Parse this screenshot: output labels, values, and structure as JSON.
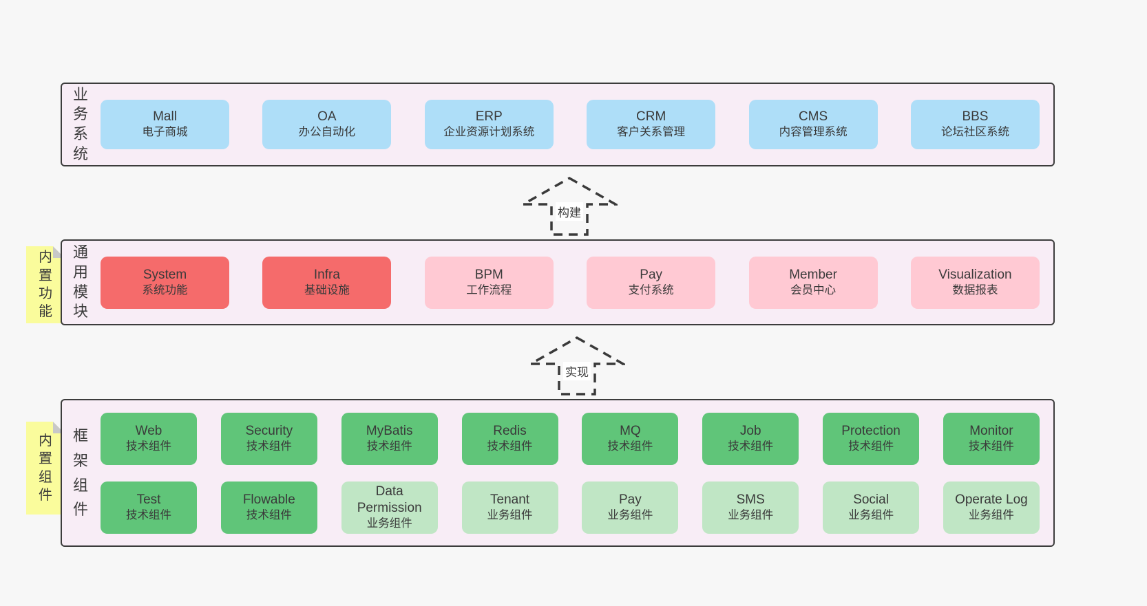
{
  "page": {
    "background": "#f7f7f7"
  },
  "colors": {
    "panel_fill": "#f8edf6",
    "panel_border": "#3c3c3c",
    "box_blue": "#aedef8",
    "box_red": "#f56b6b",
    "box_pink": "#ffc9d3",
    "box_green": "#60c579",
    "box_green_light": "#c0e6c5",
    "note_yellow": "#fafc9c",
    "note_fold_gray": "#c8c8c8",
    "text": "#3a3a3a"
  },
  "arrows": [
    {
      "label": "构建"
    },
    {
      "label": "实现"
    }
  ],
  "layers": [
    {
      "label": "业务系统",
      "rows": [
        [
          {
            "name": "Mall",
            "subtitle": "电子商城"
          },
          {
            "name": "OA",
            "subtitle": "办公自动化"
          },
          {
            "name": "ERP",
            "subtitle": "企业资源计划系统"
          },
          {
            "name": "CRM",
            "subtitle": "客户关系管理"
          },
          {
            "name": "CMS",
            "subtitle": "内容管理系统"
          },
          {
            "name": "BBS",
            "subtitle": "论坛社区系统"
          }
        ]
      ]
    },
    {
      "label": "通用模块",
      "note": "内置功能",
      "rows": [
        [
          {
            "name": "System",
            "subtitle": "系统功能"
          },
          {
            "name": "Infra",
            "subtitle": "基础设施"
          },
          {
            "name": "BPM",
            "subtitle": "工作流程"
          },
          {
            "name": "Pay",
            "subtitle": "支付系统"
          },
          {
            "name": "Member",
            "subtitle": "会员中心"
          },
          {
            "name": "Visualization",
            "subtitle": "数据报表"
          }
        ]
      ]
    },
    {
      "label": "框架组件",
      "note": "内置组件",
      "rows": [
        [
          {
            "name": "Web",
            "subtitle": "技术组件"
          },
          {
            "name": "Security",
            "subtitle": "技术组件"
          },
          {
            "name": "MyBatis",
            "subtitle": "技术组件"
          },
          {
            "name": "Redis",
            "subtitle": "技术组件"
          },
          {
            "name": "MQ",
            "subtitle": "技术组件"
          },
          {
            "name": "Job",
            "subtitle": "技术组件"
          },
          {
            "name": "Protection",
            "subtitle": "技术组件"
          },
          {
            "name": "Monitor",
            "subtitle": "技术组件"
          }
        ],
        [
          {
            "name": "Test",
            "subtitle": "技术组件"
          },
          {
            "name": "Flowable",
            "subtitle": "技术组件"
          },
          {
            "name": "Data Permission",
            "subtitle": "业务组件"
          },
          {
            "name": "Tenant",
            "subtitle": "业务组件"
          },
          {
            "name": "Pay",
            "subtitle": "业务组件"
          },
          {
            "name": "SMS",
            "subtitle": "业务组件"
          },
          {
            "name": "Social",
            "subtitle": "业务组件"
          },
          {
            "name": "Operate Log",
            "subtitle": "业务组件"
          }
        ]
      ]
    }
  ]
}
